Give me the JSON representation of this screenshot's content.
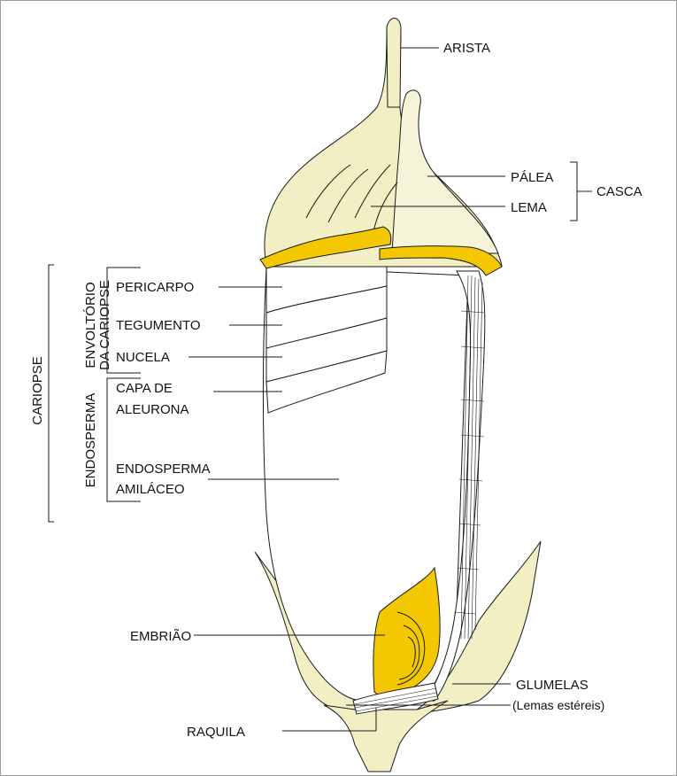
{
  "labels": {
    "arista": "ARISTA",
    "palea": "PÁLEA",
    "lema": "LEMA",
    "casca": "CASCA",
    "envoltorio_line1": "ENVOLTÓRIO",
    "envoltorio_line2": "DA CARIOPSE",
    "pericarpo": "PERICARPO",
    "tegumento": "TEGUMENTO",
    "nucela": "NUCELA",
    "capa_line1": "CAPA DE",
    "capa_line2": "ALEURONA",
    "cariopse": "CARIOPSE",
    "endosperma_vertical": "ENDOSPERMA",
    "endosperma_line1": "ENDOSPERMA",
    "endosperma_line2": "AMILÁCEO",
    "embriao": "EMBRIÃO",
    "glumelas_line1": "GLUMELAS",
    "glumelas_line2": "(Lemas estéreis)",
    "raquila": "RAQUILA"
  },
  "colors": {
    "husk": "#f2efc4",
    "husk_light": "#f6f4d8",
    "yellow": "#f4c800",
    "outline": "#1a1a1a",
    "background": "#ffffff"
  }
}
